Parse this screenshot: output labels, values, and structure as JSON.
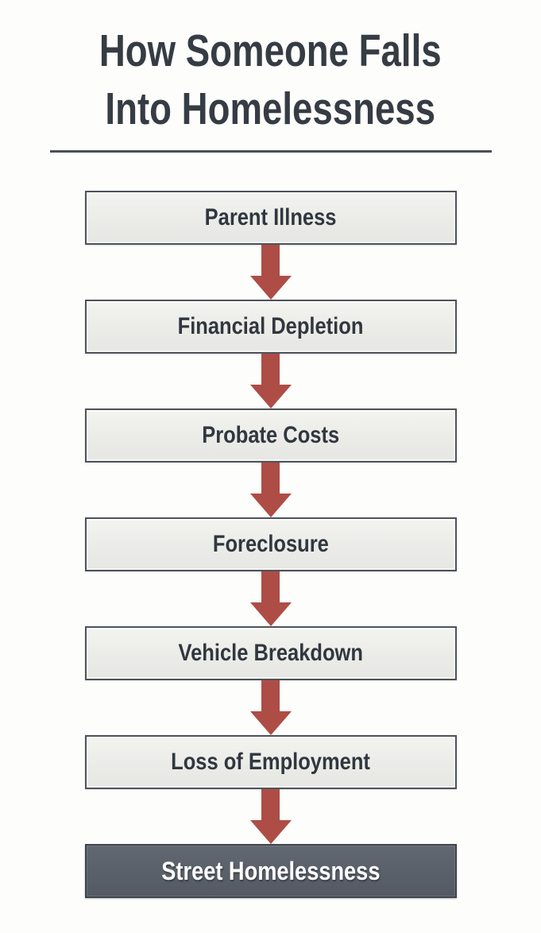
{
  "title": {
    "line1": "How Someone Falls",
    "line2": "Into Homelessness"
  },
  "steps": [
    {
      "label": "Parent Illness"
    },
    {
      "label": "Financial Depletion"
    },
    {
      "label": "Probate Costs"
    },
    {
      "label": "Foreclosure"
    },
    {
      "label": "Vehicle Breakdown"
    },
    {
      "label": "Loss of Employment"
    }
  ],
  "final_step": {
    "label": "Street Homelessness"
  },
  "colors": {
    "arrow": "#ad4d46",
    "box_fill": "#ebebe8",
    "box_border": "#4d525a",
    "box_text": "#31373f",
    "final_box_fill": "#5a6069",
    "final_box_text": "#ffffff",
    "title_text": "#363c44",
    "divider": "#4b5057",
    "background": "#fdfdfc"
  }
}
